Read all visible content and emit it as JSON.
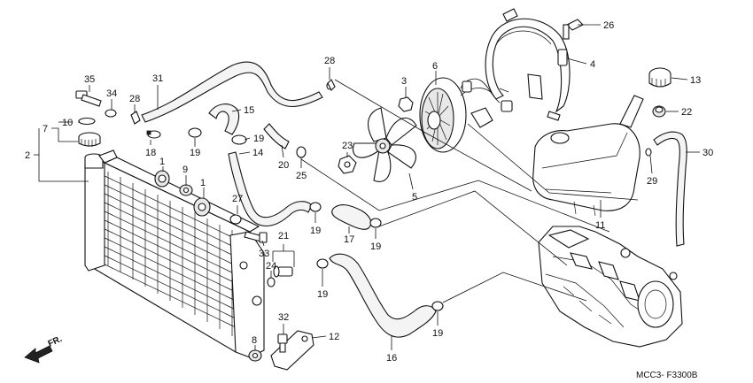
{
  "drawing_code": "MCC3- F3300B",
  "front_marker": "FR.",
  "callouts": [
    {
      "id": "c1a",
      "text": "1"
    },
    {
      "id": "c1b",
      "text": "1"
    },
    {
      "id": "c2",
      "text": "2"
    },
    {
      "id": "c3",
      "text": "3"
    },
    {
      "id": "c4",
      "text": "4"
    },
    {
      "id": "c5",
      "text": "5"
    },
    {
      "id": "c6",
      "text": "6"
    },
    {
      "id": "c7",
      "text": "7"
    },
    {
      "id": "c8",
      "text": "8"
    },
    {
      "id": "c9",
      "text": "9"
    },
    {
      "id": "c10",
      "text": "10"
    },
    {
      "id": "c11",
      "text": "11"
    },
    {
      "id": "c12",
      "text": "12"
    },
    {
      "id": "c13",
      "text": "13"
    },
    {
      "id": "c14",
      "text": "14"
    },
    {
      "id": "c15",
      "text": "15"
    },
    {
      "id": "c16",
      "text": "16"
    },
    {
      "id": "c17",
      "text": "17"
    },
    {
      "id": "c18",
      "text": "18"
    },
    {
      "id": "c19a",
      "text": "19"
    },
    {
      "id": "c19b",
      "text": "19"
    },
    {
      "id": "c19c",
      "text": "19"
    },
    {
      "id": "c19d",
      "text": "19"
    },
    {
      "id": "c19e",
      "text": "19"
    },
    {
      "id": "c19f",
      "text": "19"
    },
    {
      "id": "c20",
      "text": "20"
    },
    {
      "id": "c21",
      "text": "21"
    },
    {
      "id": "c22",
      "text": "22"
    },
    {
      "id": "c23",
      "text": "23"
    },
    {
      "id": "c24",
      "text": "24"
    },
    {
      "id": "c25",
      "text": "25"
    },
    {
      "id": "c26",
      "text": "26"
    },
    {
      "id": "c27",
      "text": "27"
    },
    {
      "id": "c28a",
      "text": "28"
    },
    {
      "id": "c28b",
      "text": "28"
    },
    {
      "id": "c29",
      "text": "29"
    },
    {
      "id": "c30",
      "text": "30"
    },
    {
      "id": "c31",
      "text": "31"
    },
    {
      "id": "c32",
      "text": "32"
    },
    {
      "id": "c33",
      "text": "33"
    },
    {
      "id": "c34",
      "text": "34"
    },
    {
      "id": "c35",
      "text": "35"
    }
  ]
}
